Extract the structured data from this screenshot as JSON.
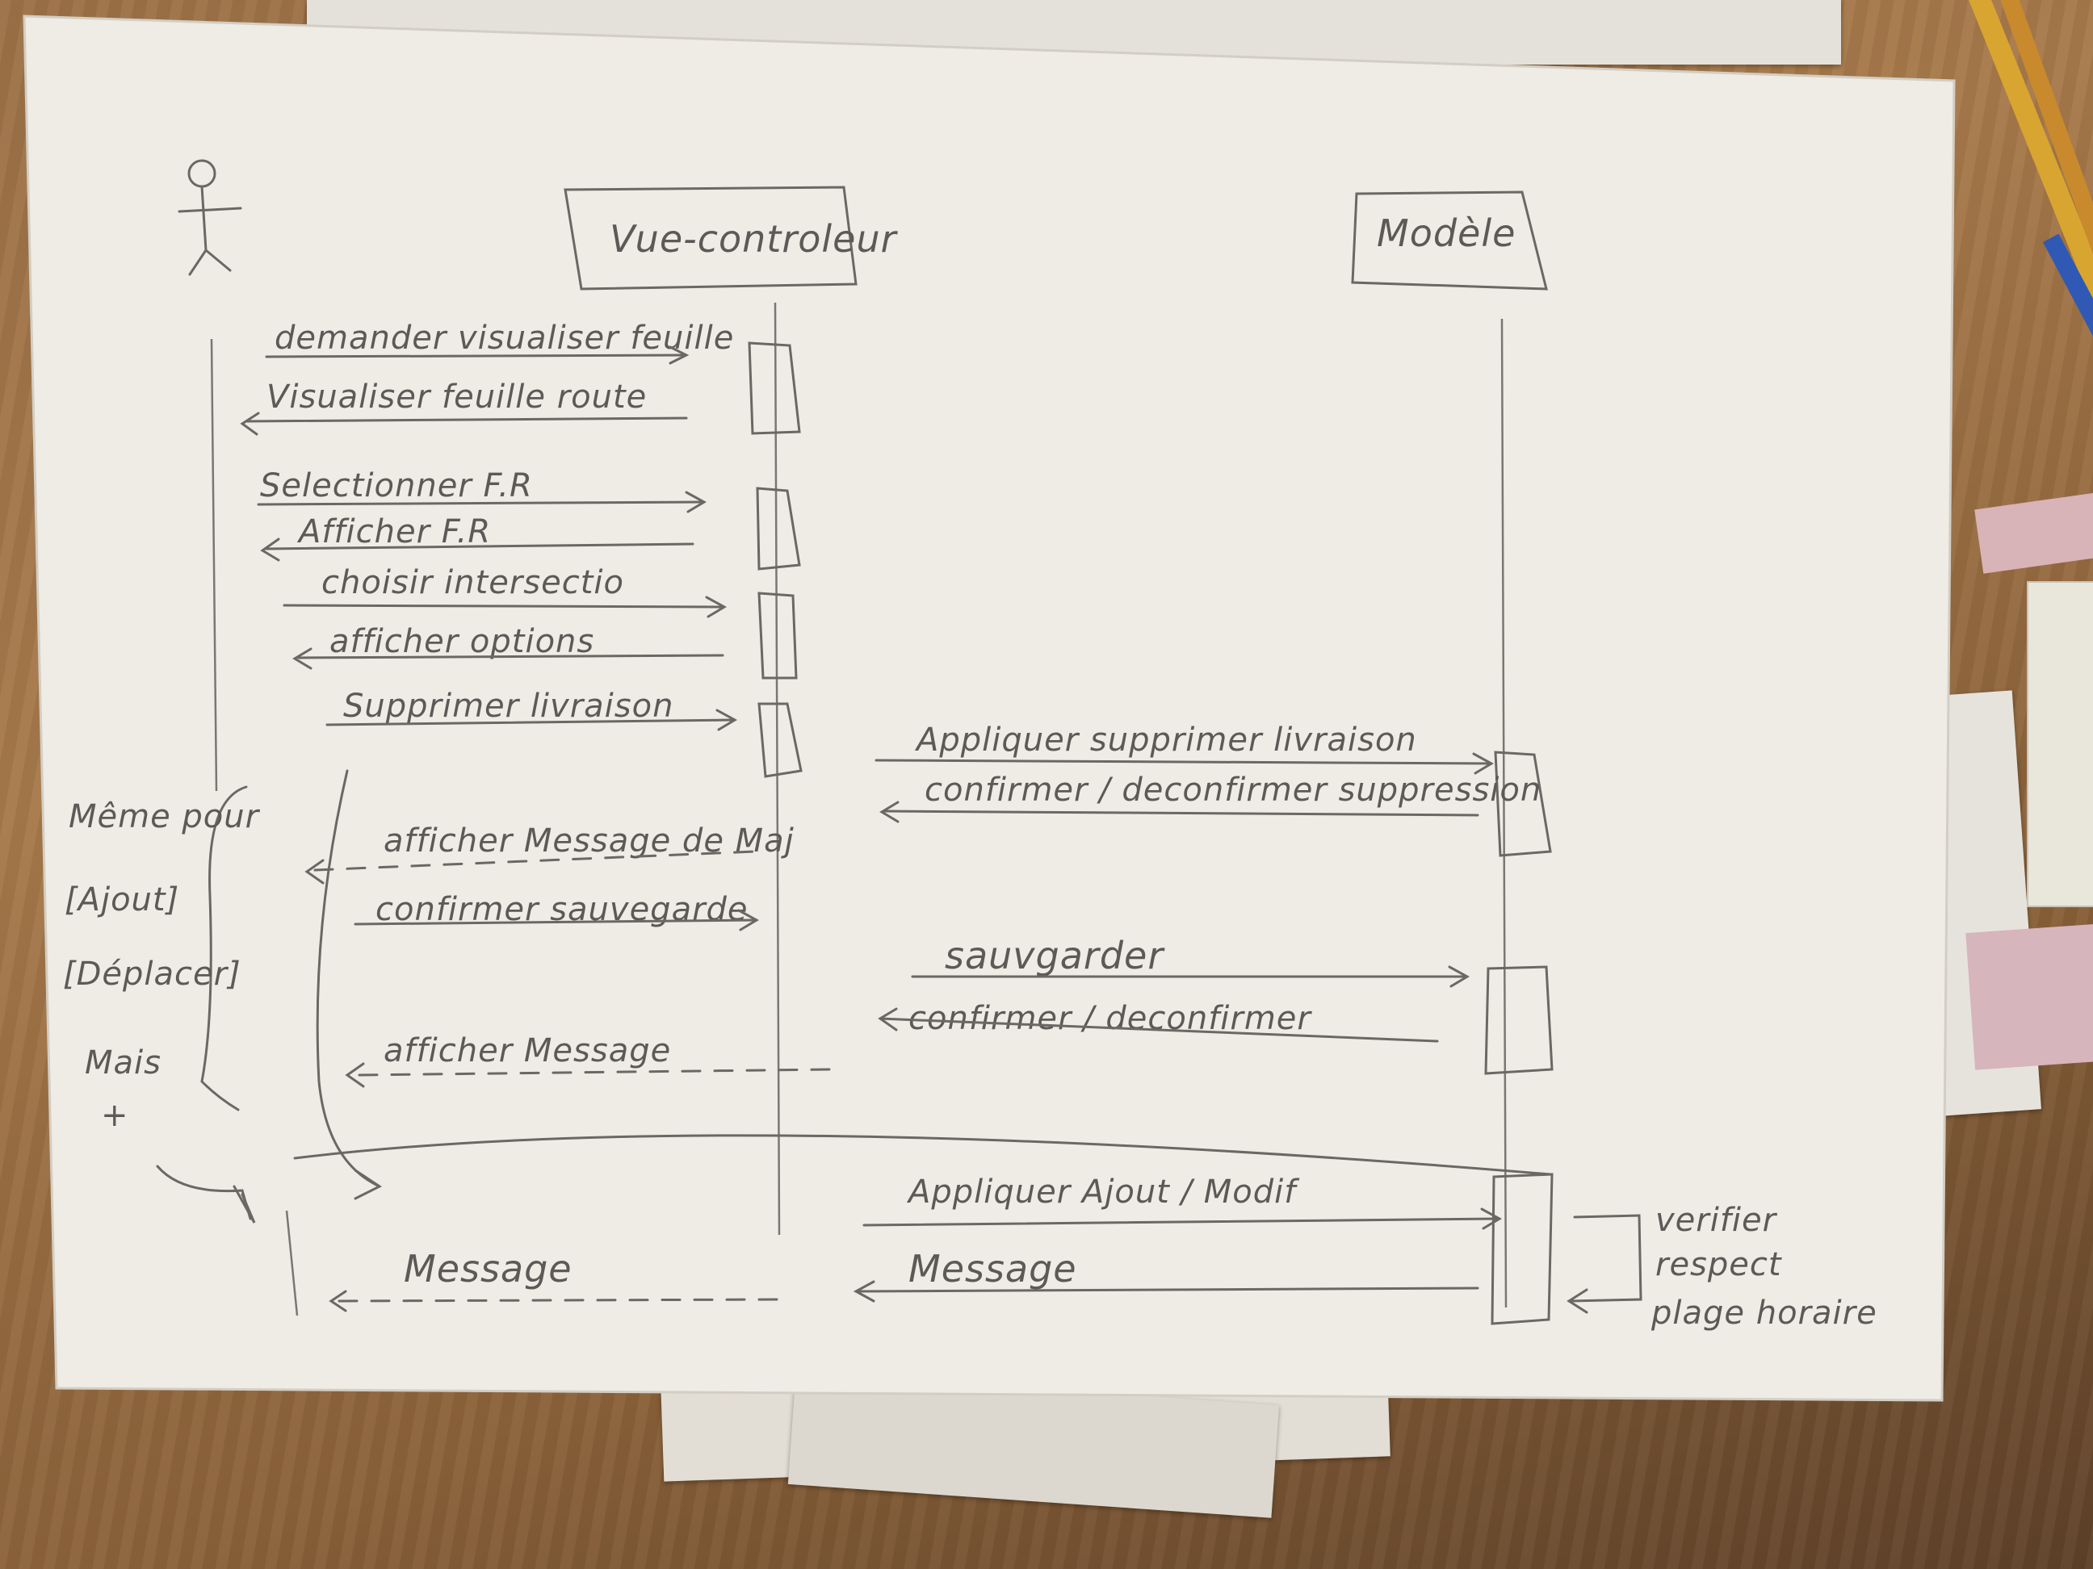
{
  "participants": {
    "actor": "",
    "view_controller": "Vue-controleur",
    "model": "Modèle"
  },
  "messages": [
    "demander visualiser feuille",
    "Visualiser feuille route",
    "Selectionner F.R",
    "Afficher F.R",
    "choisir intersectio",
    "afficher options",
    "Supprimer livraison",
    "Appliquer supprimer livraison",
    "confirmer / deconfirmer suppression",
    "afficher Message de Maj",
    "confirmer sauvegarde",
    "sauvgarder",
    "confirmer / deconfirmer",
    "afficher Message",
    "Appliquer Ajout / Modif",
    "Message",
    "Message"
  ],
  "notes": {
    "same_for": "Même pour",
    "ajout": "[Ajout]",
    "deplacer": "[Déplacer]",
    "mais": "Mais",
    "plus": "+",
    "verifier_1": "verifier",
    "verifier_2": "respect",
    "verifier_3": "plage horaire"
  },
  "colors": {
    "paper": "#efece6",
    "pencil": "#5c5a57",
    "desk": "#9c7147"
  }
}
